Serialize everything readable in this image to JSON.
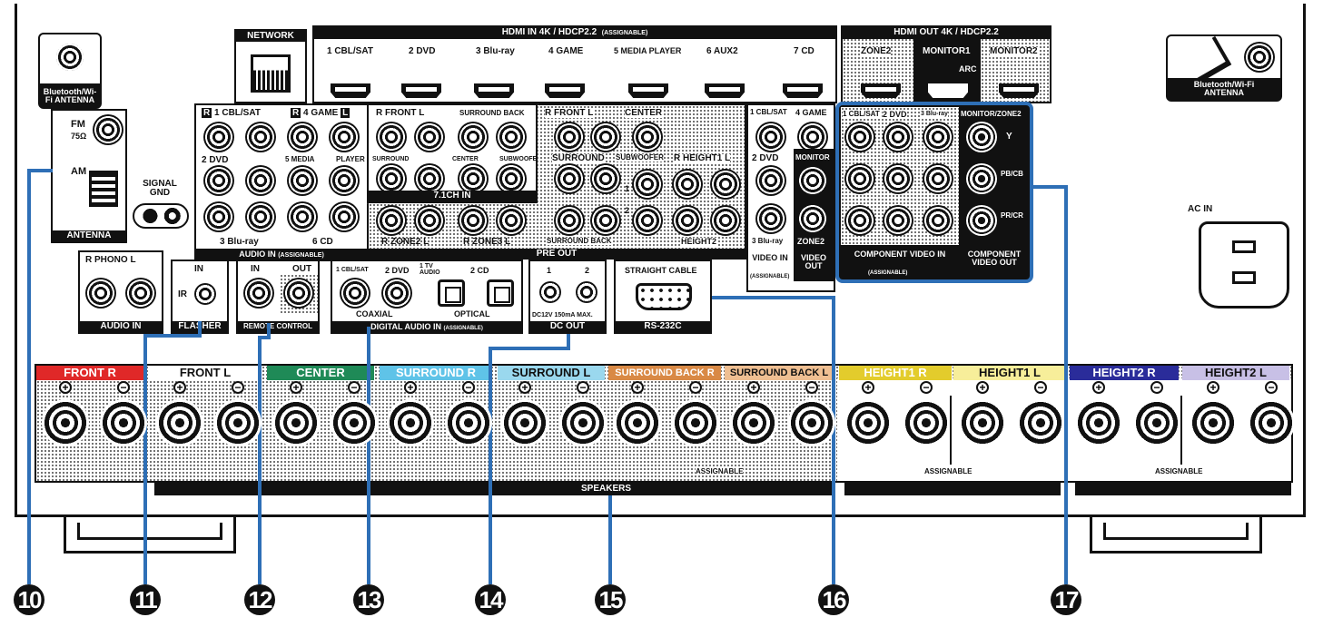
{
  "colors": {
    "callout_line": "#2e6fb6",
    "front_r": "#e02828",
    "center": "#1f8a57",
    "surround": "#5fc3e8",
    "surround_back": "#e09a5a",
    "height1": "#e8d438",
    "height2": "#2a2c9a",
    "height2_l": "#c8c0e6"
  },
  "antenna_left": {
    "label": "Bluetooth/Wi-Fi ANTENNA",
    "fm": "FM",
    "fm_ohm": "75Ω",
    "am": "AM",
    "group": "ANTENNA",
    "signal_gnd": "SIGNAL GND"
  },
  "antenna_right": {
    "label": "Bluetooth/Wi-Fi ANTENNA"
  },
  "network": {
    "label": "NETWORK"
  },
  "hdmi_in": {
    "title": "HDMI IN  4K / HDCP2.2",
    "assignable": "(ASSIGNABLE)",
    "ports": [
      "1 CBL/SAT",
      "2 DVD",
      "3 Blu-ray",
      "4 GAME",
      "5 MEDIA PLAYER",
      "6 AUX2",
      "7 CD"
    ]
  },
  "hdmi_out": {
    "title": "HDMI OUT  4K / HDCP2.2",
    "ports": [
      "ZONE2",
      "MONITOR1",
      "MONITOR2"
    ],
    "arc": "ARC"
  },
  "audio_in": {
    "r": "R",
    "l": "L",
    "cbl": "1 CBL/SAT",
    "game": "4 GAME",
    "dvd": "2 DVD",
    "media": "5 MEDIA",
    "player": "PLAYER",
    "bluray": "3 Blu-ray",
    "cd": "6 CD",
    "group": "AUDIO IN",
    "assignable": "(ASSIGNABLE)"
  },
  "ch71": {
    "front": "FRONT",
    "surround_back": "SURROUND BACK",
    "surround": "SURROUND",
    "center": "CENTER",
    "subwoofer": "SUBWOOFER",
    "group": "7.1CH IN"
  },
  "pre_out": {
    "front": "FRONT",
    "center": "CENTER",
    "surround": "SURROUND",
    "subwoofer": "SUBWOOFER",
    "height1": "HEIGHT1",
    "one": "1",
    "two": "2",
    "zone2": "ZONE2",
    "zone3": "ZONE3",
    "surround_back": "SURROUND BACK",
    "height2": "HEIGHT2",
    "group": "PRE OUT"
  },
  "video_in": {
    "cbl": "1 CBL/SAT",
    "game": "4 GAME",
    "dvd": "2 DVD",
    "monitor": "MONITOR",
    "bluray": "3 Blu-ray",
    "zone2": "ZONE2",
    "in_group": "VIDEO IN",
    "in_assignable": "(ASSIGNABLE)",
    "out_group": "VIDEO OUT"
  },
  "component": {
    "cbl": "1 CBL/SAT",
    "dvd": "2 DVD",
    "bluray": "3 Blu-ray",
    "monitor": "MONITOR/ZONE2",
    "y": "Y",
    "pb": "PB/CB",
    "pr": "PR/CR",
    "in_group": "COMPONENT VIDEO IN",
    "in_assignable": "(ASSIGNABLE)",
    "out_group": "COMPONENT VIDEO OUT"
  },
  "phono": {
    "label": "PHONO",
    "group": "AUDIO IN"
  },
  "flasher": {
    "in": "IN",
    "ir": "IR",
    "group": "FLASHER"
  },
  "remote": {
    "in": "IN",
    "out": "OUT",
    "group": "REMOTE CONTROL"
  },
  "digital": {
    "cbl": "1 CBL/SAT",
    "dvd": "2 DVD",
    "tv": "1 TV AUDIO",
    "cd": "2 CD",
    "coaxial": "COAXIAL",
    "optical": "OPTICAL",
    "group": "DIGITAL AUDIO IN",
    "assignable": "(ASSIGNABLE)"
  },
  "dc_out": {
    "one": "1",
    "two": "2",
    "spec": "DC12V 150mA MAX.",
    "group": "DC OUT"
  },
  "rs232": {
    "cable": "STRAIGHT CABLE",
    "group": "RS-232C"
  },
  "ac_in": {
    "label": "AC IN"
  },
  "speakers": {
    "channels": [
      "FRONT",
      "FRONT",
      "CENTER",
      "SURROUND",
      "SURROUND",
      "SURROUND BACK",
      "SURROUND BACK",
      "HEIGHT1",
      "HEIGHT1",
      "HEIGHT2",
      "HEIGHT2"
    ],
    "assignable": "ASSIGNABLE",
    "group": "SPEAKERS"
  },
  "callouts": [
    "10",
    "11",
    "12",
    "13",
    "14",
    "15",
    "16",
    "17"
  ]
}
